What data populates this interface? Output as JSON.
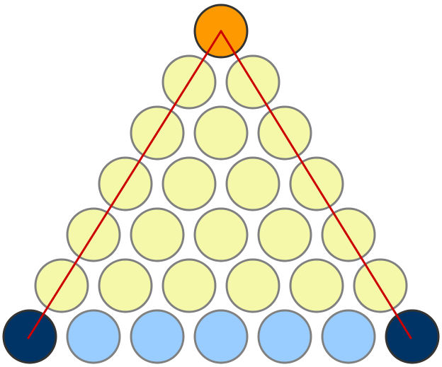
{
  "diagram": {
    "type": "triangular-ball-stack",
    "rows": [
      1,
      2,
      3,
      4,
      5,
      6,
      7
    ],
    "apex_balls": 1,
    "inner_balls": 20,
    "bottom_row_corner_balls": 2,
    "bottom_row_inner_balls": 5,
    "colors": {
      "apex_fill": "#FF9900",
      "inner_fill": "#F5F8A8",
      "bottom_inner_fill": "#99CCFF",
      "corner_fill": "#003366",
      "ball_stroke": "#808080",
      "dark_stroke": "#333333",
      "line": "#CC0000"
    },
    "lines": [
      "apex-to-bottom-left",
      "apex-to-bottom-right"
    ]
  }
}
